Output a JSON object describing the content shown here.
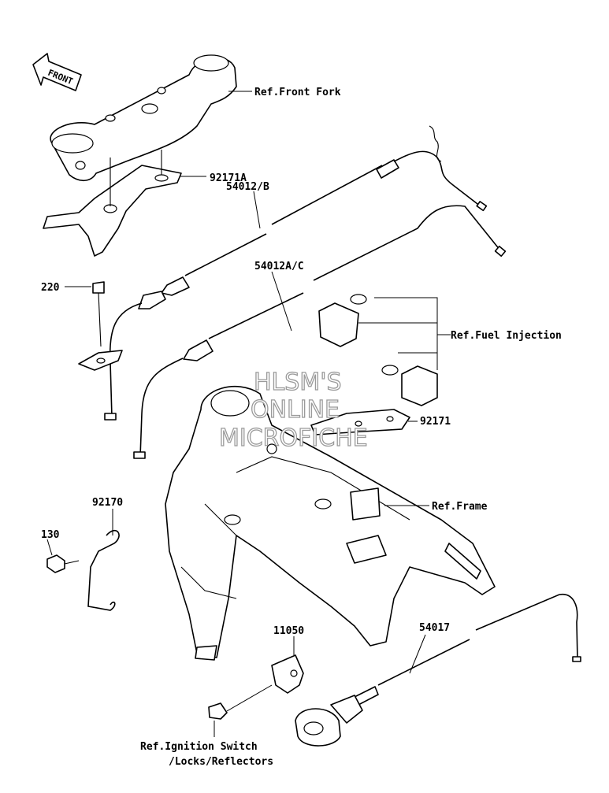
{
  "front_badge": "FRONT",
  "watermark": {
    "line1": "HLSM'S",
    "line2": "ONLINE",
    "line3": "MICROFICHE"
  },
  "labels": {
    "ref_front_fork": "Ref.Front Fork",
    "p92171A": "92171A",
    "p54012B": "54012/B",
    "p54012AC": "54012A/C",
    "p220": "220",
    "ref_fuel_injection": "Ref.Fuel Injection",
    "p92171": "92171",
    "p92170": "92170",
    "p130": "130",
    "ref_frame": "Ref.Frame",
    "p11050": "11050",
    "p54017": "54017",
    "ref_ignition_line1": "Ref.Ignition Switch",
    "ref_ignition_line2": "/Locks/Reflectors"
  }
}
